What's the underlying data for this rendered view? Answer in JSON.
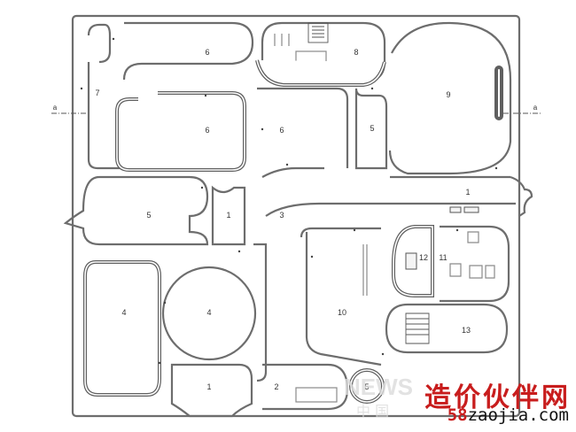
{
  "section_marks": {
    "left": "a",
    "right": "a"
  },
  "rooms": [
    {
      "id": "r6a",
      "label": "6"
    },
    {
      "id": "r7",
      "label": "7"
    },
    {
      "id": "r6b",
      "label": "6"
    },
    {
      "id": "r6c",
      "label": "6"
    },
    {
      "id": "r8",
      "label": "8"
    },
    {
      "id": "r5a",
      "label": "5"
    },
    {
      "id": "r9",
      "label": "9"
    },
    {
      "id": "r1a",
      "label": "1"
    },
    {
      "id": "r5b",
      "label": "5"
    },
    {
      "id": "r1b",
      "label": "1"
    },
    {
      "id": "r3",
      "label": "3"
    },
    {
      "id": "r11",
      "label": "11"
    },
    {
      "id": "r12",
      "label": "12"
    },
    {
      "id": "r4a",
      "label": "4"
    },
    {
      "id": "r4b",
      "label": "4"
    },
    {
      "id": "r10",
      "label": "10"
    },
    {
      "id": "r13",
      "label": "13"
    },
    {
      "id": "r1c",
      "label": "1"
    },
    {
      "id": "r2",
      "label": "2"
    },
    {
      "id": "r5c",
      "label": "5"
    }
  ],
  "watermark": {
    "cn_text": "造价伙伴网",
    "url_prefix": "58",
    "url_rest": "zaojia.com",
    "brand_mark": "NEWS",
    "brand_sub": "中 国"
  }
}
